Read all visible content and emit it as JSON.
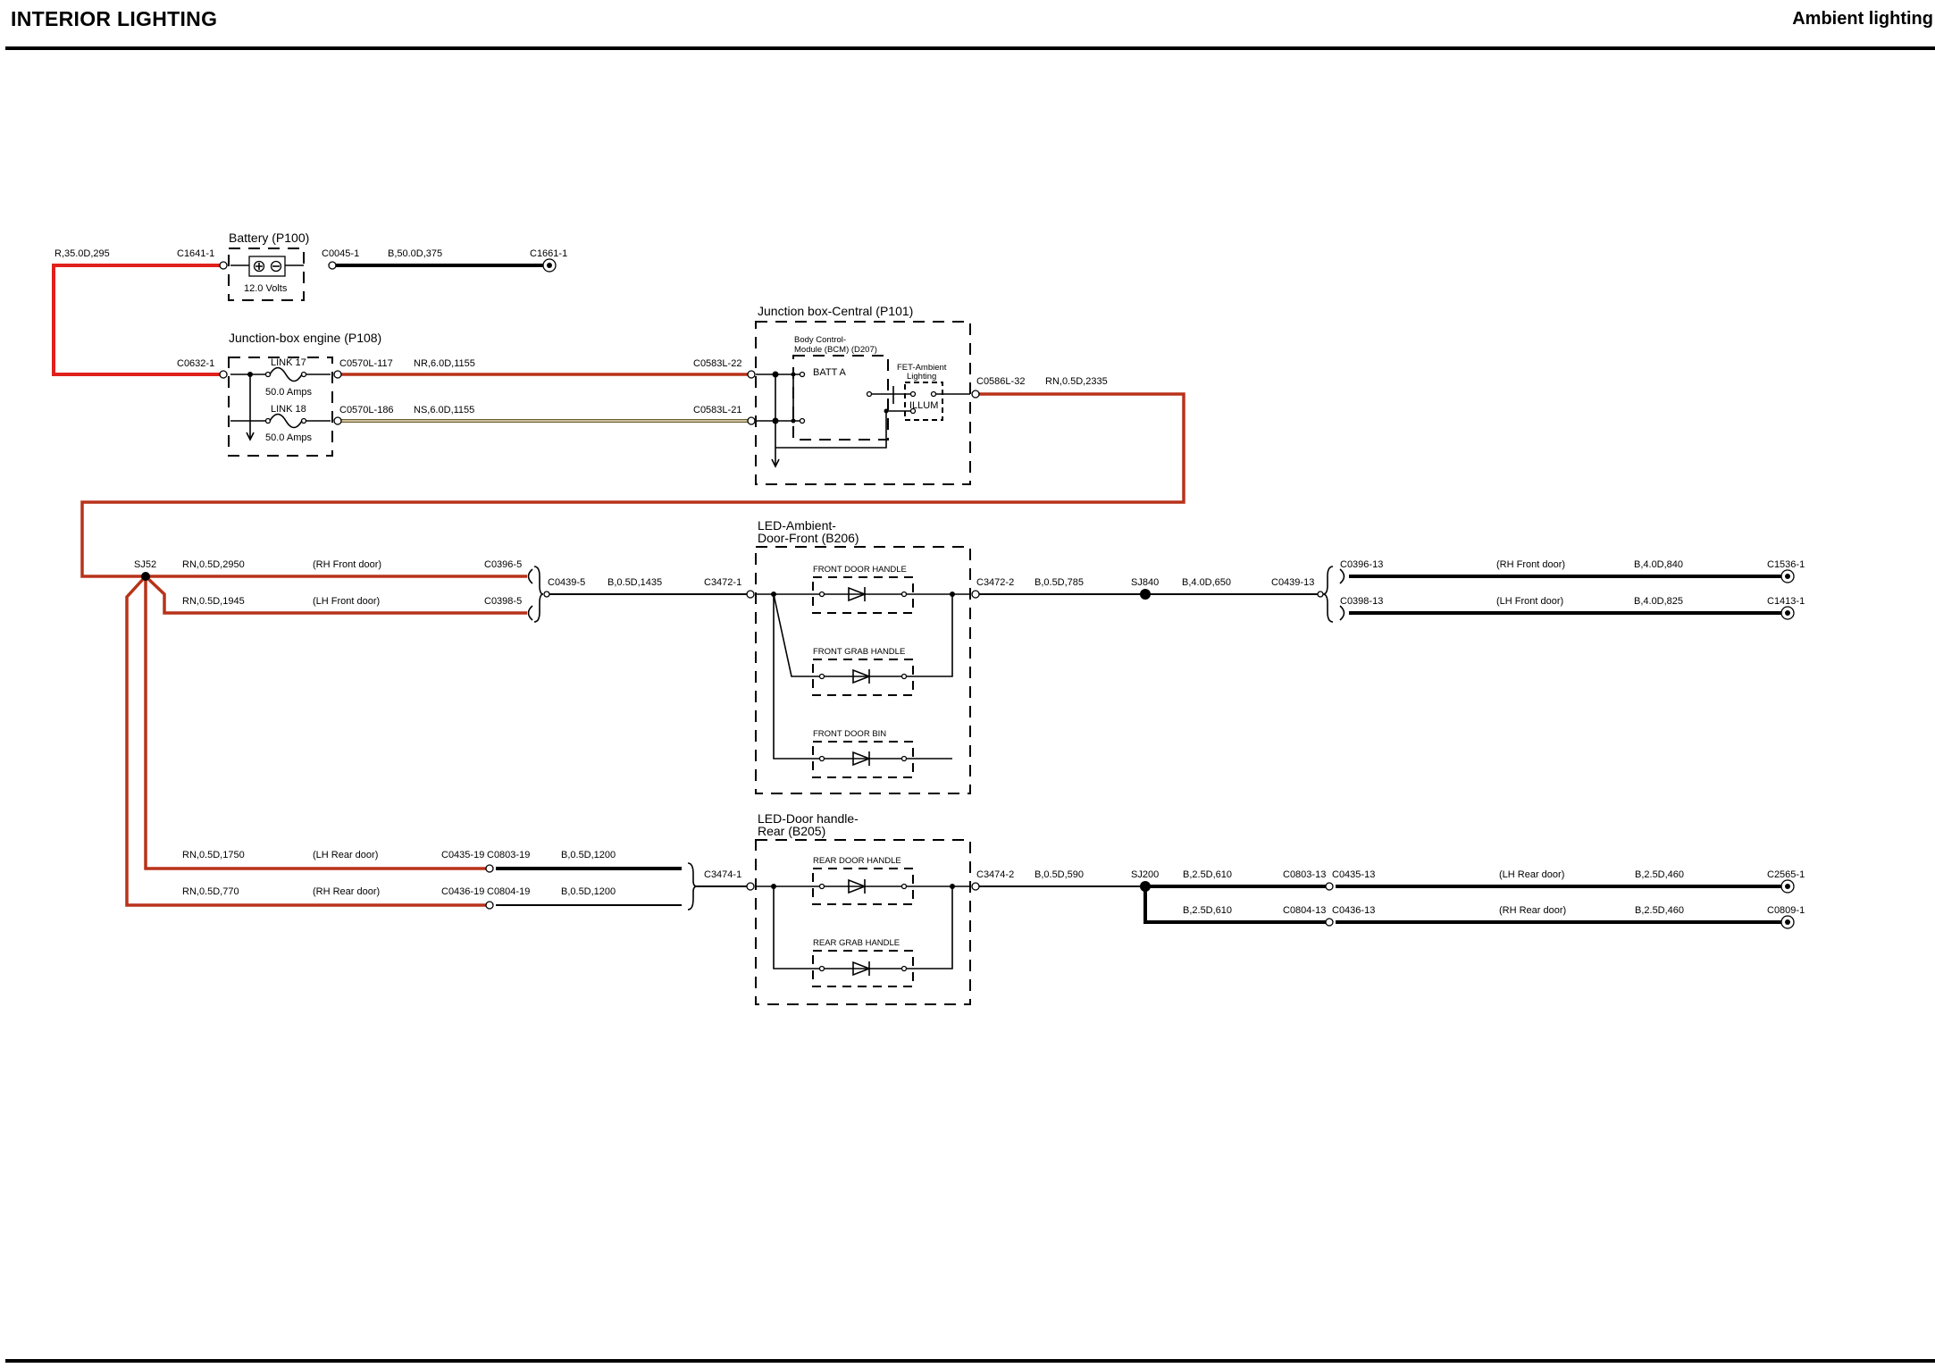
{
  "header": {
    "title": "INTERIOR LIGHTING",
    "subtitle": "Ambient lighting"
  },
  "components": {
    "battery": {
      "name": "Battery (P100)",
      "rating": "12.0 Volts"
    },
    "jb_engine": {
      "name": "Junction-box engine (P108)",
      "link17": "LINK 17",
      "link17_rating": "50.0 Amps",
      "link18": "LINK 18",
      "link18_rating": "50.0 Amps"
    },
    "jb_central": {
      "name": "Junction box-Central (P101)",
      "bcm_line1": "Body Control-",
      "bcm_line2": "Module (BCM) (D207)",
      "batt_a": "BATT A",
      "fet_line1": "FET-Ambient",
      "fet_line2": "Lighting",
      "illum": "ILLUM"
    },
    "led_front": {
      "name_line1": "LED-Ambient-",
      "name_line2": "Door-Front (B206)",
      "door_handle": "FRONT DOOR HANDLE",
      "grab_handle": "FRONT GRAB HANDLE",
      "door_bin": "FRONT DOOR BIN"
    },
    "led_rear": {
      "name_line1": "LED-Door handle-",
      "name_line2": "Rear (B205)",
      "door_handle": "REAR DOOR HANDLE",
      "grab_handle": "REAR GRAB HANDLE"
    }
  },
  "connectors": {
    "c1641_1": "C1641-1",
    "c0045_1": "C0045-1",
    "c1661_1": "C1661-1",
    "c0632_1": "C0632-1",
    "c0570l_117": "C0570L-117",
    "c0570l_186": "C0570L-186",
    "c0583l_22": "C0583L-22",
    "c0583l_21": "C0583L-21",
    "c0586l_32": "C0586L-32",
    "sj52": "SJ52",
    "c0396_5": "C0396-5",
    "c0398_5": "C0398-5",
    "c0439_5": "C0439-5",
    "c3472_1": "C3472-1",
    "c3472_2": "C3472-2",
    "sj840": "SJ840",
    "c0439_13": "C0439-13",
    "c0396_13": "C0396-13",
    "c0398_13": "C0398-13",
    "c1536_1": "C1536-1",
    "c1413_1": "C1413-1",
    "c0435_19": "C0435-19",
    "c0803_19": "C0803-19",
    "c0436_19": "C0436-19",
    "c0804_19": "C0804-19",
    "c3474_1": "C3474-1",
    "c3474_2": "C3474-2",
    "sj200": "SJ200",
    "c0803_13": "C0803-13",
    "c0435_13": "C0435-13",
    "c0804_13": "C0804-13",
    "c0436_13": "C0436-13",
    "c2565_1": "C2565-1",
    "c0809_1": "C0809-1"
  },
  "wires": {
    "r_35": "R,35.0D,295",
    "b_50": "B,50.0D,375",
    "nr_6": "NR,6.0D,1155",
    "ns_6": "NS,6.0D,1155",
    "rn_2335": "RN,0.5D,2335",
    "rn_2950": "RN,0.5D,2950",
    "rn_1945": "RN,0.5D,1945",
    "b_1435": "B,0.5D,1435",
    "b_785": "B,0.5D,785",
    "b_650": "B,4.0D,650",
    "b_840": "B,4.0D,840",
    "b_825": "B,4.0D,825",
    "rn_1750": "RN,0.5D,1750",
    "rn_770": "RN,0.5D,770",
    "b_1200_a": "B,0.5D,1200",
    "b_1200_b": "B,0.5D,1200",
    "b_590": "B,0.5D,590",
    "b_610_a": "B,2.5D,610",
    "b_610_b": "B,2.5D,610",
    "b_460_a": "B,2.5D,460",
    "b_460_b": "B,2.5D,460"
  },
  "locations": {
    "rh_front_l": "(RH Front door)",
    "lh_front_l": "(LH Front door)",
    "rh_front_r": "(RH Front door)",
    "lh_front_r": "(LH Front door)",
    "lh_rear_l": "(LH Rear door)",
    "rh_rear_l": "(RH Rear door)",
    "lh_rear_r": "(LH Rear door)",
    "rh_rear_r": "(RH Rear door)"
  },
  "colors": {
    "wire_red": "#e0201b",
    "wire_red_brown": "#b8321a",
    "wire_black": "#000000",
    "wire_ns": "#6b5a2e"
  }
}
